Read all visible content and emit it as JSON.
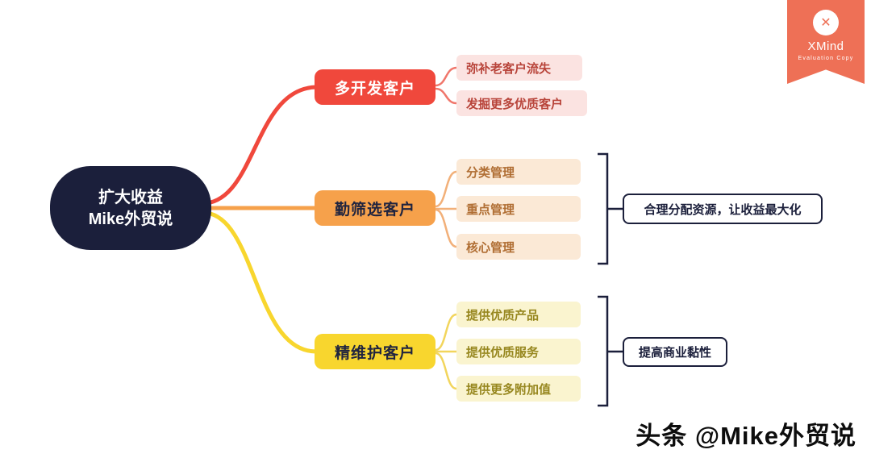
{
  "watermark": {
    "brand": "XMind",
    "subtitle": "Evaluation Copy",
    "logo_glyph": "✕"
  },
  "footer": {
    "credit": "头条 @Mike外贸说"
  },
  "palette": {
    "center_bg": "#1B1F3B",
    "branch_red": "#F0483C",
    "branch_orange": "#F6A14B",
    "branch_yellow": "#F8D62E",
    "child_red_bg": "#FBE3E1",
    "child_orange_bg": "#FBE9D6",
    "child_yellow_bg": "#FAF4CF",
    "bracket": "#1B1F3B",
    "watermark_bg": "#EE7056"
  },
  "map": {
    "center": {
      "line1": "扩大收益",
      "line2": "Mike外贸说"
    },
    "branches": [
      {
        "label": "多开发客户",
        "children": [
          {
            "label": "弥补老客户流失"
          },
          {
            "label": "发掘更多优质客户"
          }
        ]
      },
      {
        "label": "勤筛选客户",
        "children": [
          {
            "label": "分类管理"
          },
          {
            "label": "重点管理"
          },
          {
            "label": "核心管理"
          }
        ],
        "callout": "合理分配资源，让收益最大化"
      },
      {
        "label": "精维护客户",
        "children": [
          {
            "label": "提供优质产品"
          },
          {
            "label": "提供优质服务"
          },
          {
            "label": "提供更多附加值"
          }
        ],
        "callout": "提高商业黏性"
      }
    ]
  }
}
